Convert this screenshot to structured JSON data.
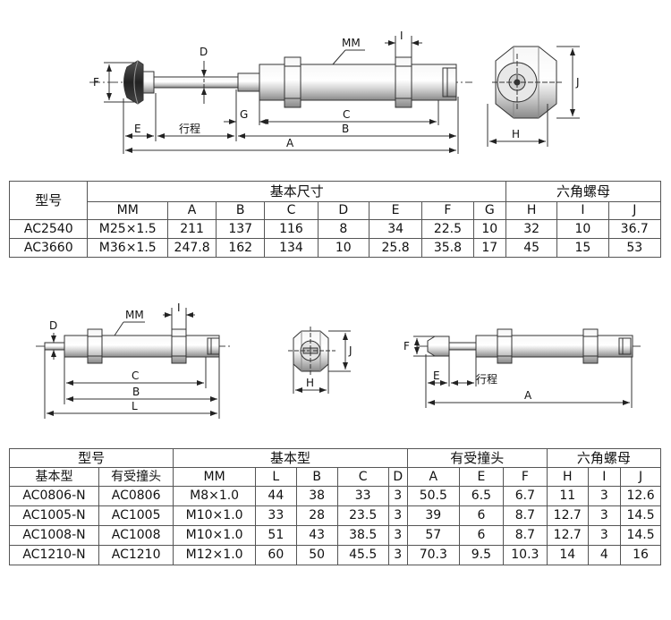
{
  "diagrams": {
    "top": {
      "labels": {
        "mm": "MM",
        "i": "I",
        "d": "D",
        "f": "F",
        "e": "E",
        "stroke": "行程",
        "g": "G",
        "c": "C",
        "b": "B",
        "a": "A",
        "j": "J",
        "h": "H"
      }
    },
    "bottom": {
      "labels": {
        "d": "D",
        "mm": "MM",
        "i": "I",
        "c": "C",
        "b": "B",
        "l": "L",
        "j": "J",
        "h": "H",
        "f": "F",
        "e": "E",
        "stroke": "行程",
        "a": "A"
      }
    }
  },
  "table1": {
    "model_label": "型号",
    "group_basic": "基本尺寸",
    "group_nut": "六角螺母",
    "columns": [
      "MM",
      "A",
      "B",
      "C",
      "D",
      "E",
      "F",
      "G",
      "H",
      "I",
      "J"
    ],
    "rows": [
      [
        "AC2540",
        "M25×1.5",
        "211",
        "137",
        "116",
        "8",
        "34",
        "22.5",
        "10",
        "32",
        "10",
        "36.7"
      ],
      [
        "AC3660",
        "M36×1.5",
        "247.8",
        "162",
        "134",
        "10",
        "25.8",
        "35.8",
        "17",
        "45",
        "15",
        "53"
      ]
    ]
  },
  "table2": {
    "model_label": "型号",
    "sub_basic": "基本型",
    "sub_cap": "有受撞头",
    "group_basic": "基本型",
    "group_cap": "有受撞头",
    "group_nut": "六角螺母",
    "columns": [
      "MM",
      "L",
      "B",
      "C",
      "D",
      "A",
      "E",
      "F",
      "H",
      "I",
      "J"
    ],
    "rows": [
      [
        "AC0806-N",
        "AC0806",
        "M8×1.0",
        "44",
        "38",
        "33",
        "3",
        "50.5",
        "6.5",
        "6.7",
        "11",
        "3",
        "12.6"
      ],
      [
        "AC1005-N",
        "AC1005",
        "M10×1.0",
        "33",
        "28",
        "23.5",
        "3",
        "39",
        "6",
        "8.7",
        "12.7",
        "3",
        "14.5"
      ],
      [
        "AC1008-N",
        "AC1008",
        "M10×1.0",
        "51",
        "43",
        "38.5",
        "3",
        "57",
        "6",
        "8.7",
        "12.7",
        "3",
        "14.5"
      ],
      [
        "AC1210-N",
        "AC1210",
        "M12×1.0",
        "60",
        "50",
        "45.5",
        "3",
        "70.3",
        "9.5",
        "10.3",
        "14",
        "4",
        "16"
      ]
    ]
  }
}
